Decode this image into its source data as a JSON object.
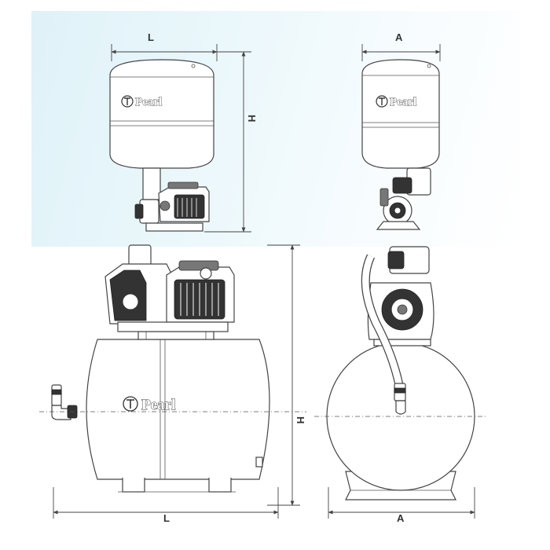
{
  "brand": "Pearl",
  "dimension_labels": {
    "length": "L",
    "width": "A",
    "height": "H"
  },
  "views": [
    {
      "id": "vertical-tank-front",
      "dims": [
        "L",
        "H"
      ]
    },
    {
      "id": "vertical-tank-side",
      "dims": [
        "A"
      ]
    },
    {
      "id": "horizontal-tank-front",
      "dims": [
        "L",
        "H"
      ]
    },
    {
      "id": "horizontal-tank-side",
      "dims": [
        "A"
      ]
    }
  ],
  "colors": {
    "line": "#444444",
    "wash": "#dff2f8",
    "background": "#ffffff"
  }
}
